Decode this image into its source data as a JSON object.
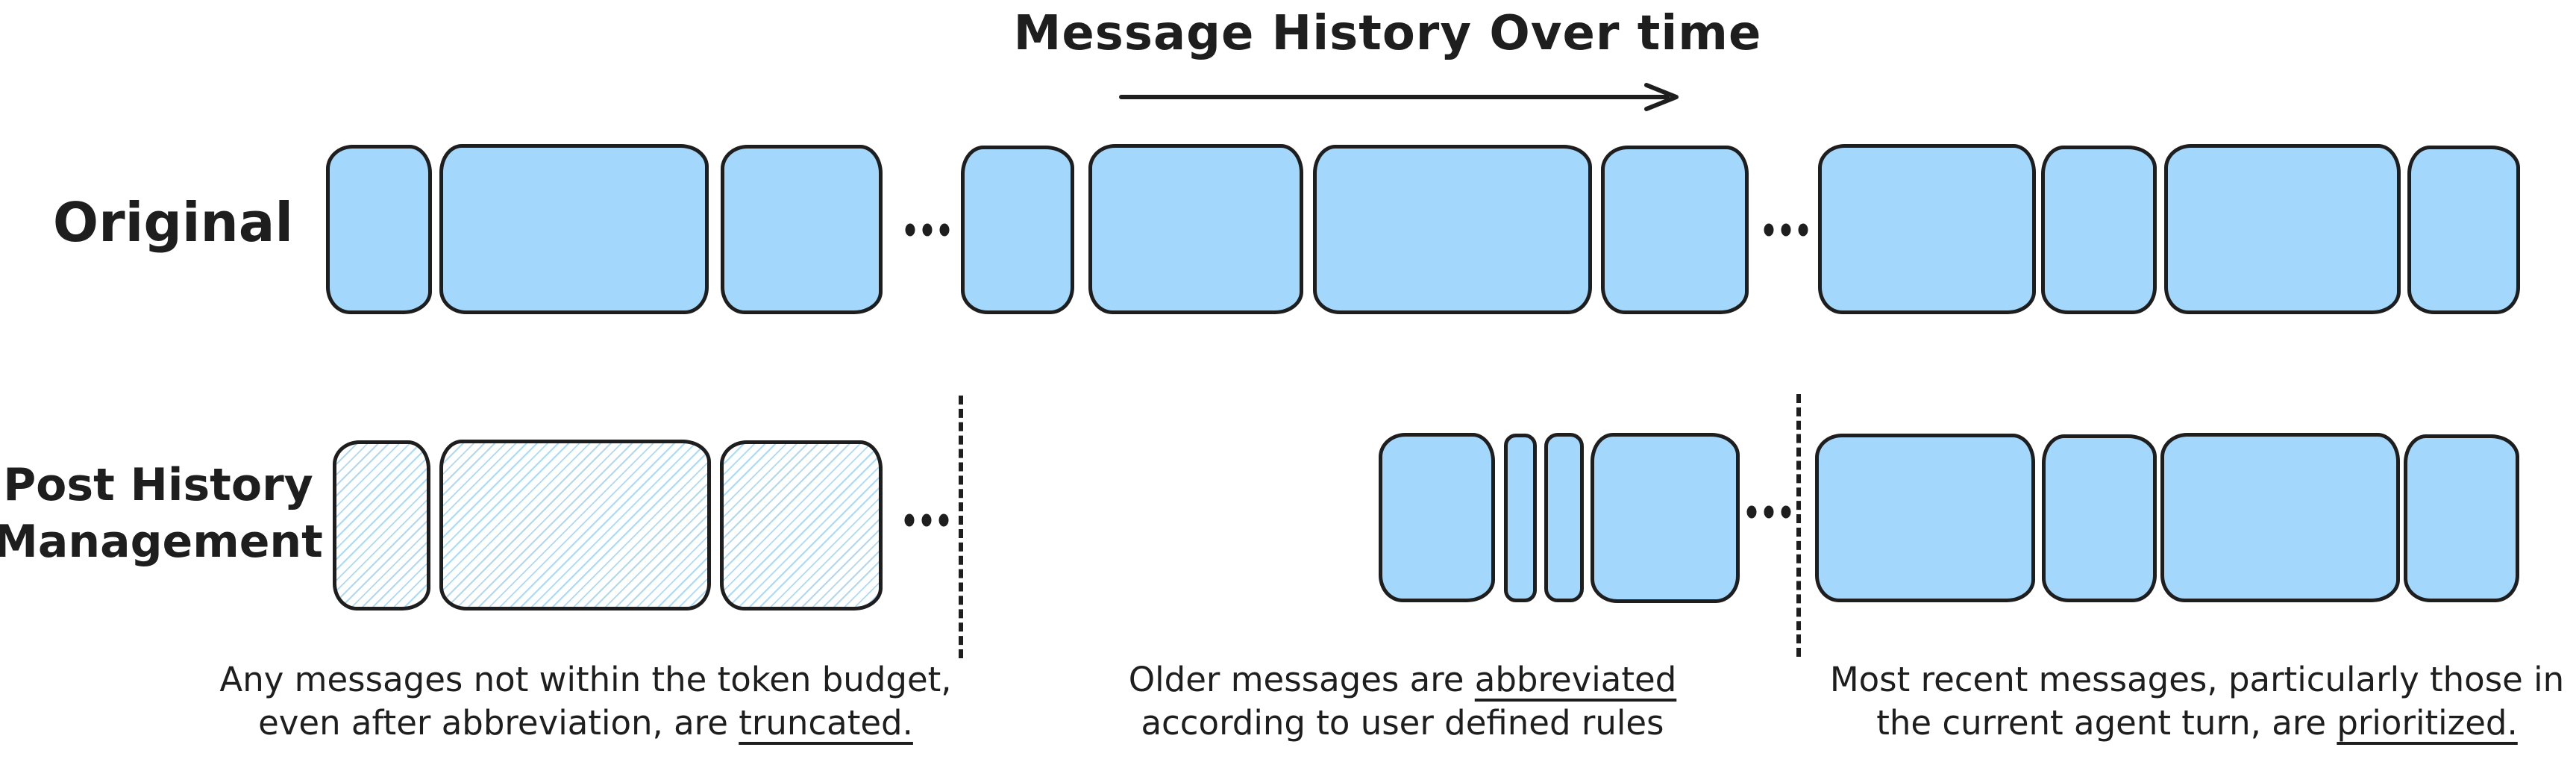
{
  "title": "Message History Over time",
  "rows": {
    "original": {
      "label": "Original"
    },
    "post": {
      "label_line1": "Post History",
      "label_line2": "Management"
    }
  },
  "ellipsis": "...",
  "icons": {
    "timeline_arrow_icon": "→",
    "ellipsis_icon": "..."
  },
  "annotations": [
    {
      "line1_pre": "Any messages not within the token budget,",
      "line1_u": "",
      "line2_pre": "even after abbreviation, are ",
      "line2_u": "truncated."
    },
    {
      "line1_pre": "Older messages are ",
      "line1_u": "abbreviated",
      "line2_pre": "according to user defined rules",
      "line2_u": ""
    },
    {
      "line1_pre": "Most recent messages, particularly those in",
      "line1_u": "",
      "line2_pre": "the current agent turn, are ",
      "line2_u": "prioritized."
    }
  ],
  "colors": {
    "box_fill": "#a3d7fb",
    "stroke": "#1e1e1e",
    "hatch_line": "#aed9f4",
    "background": "#ffffff"
  }
}
